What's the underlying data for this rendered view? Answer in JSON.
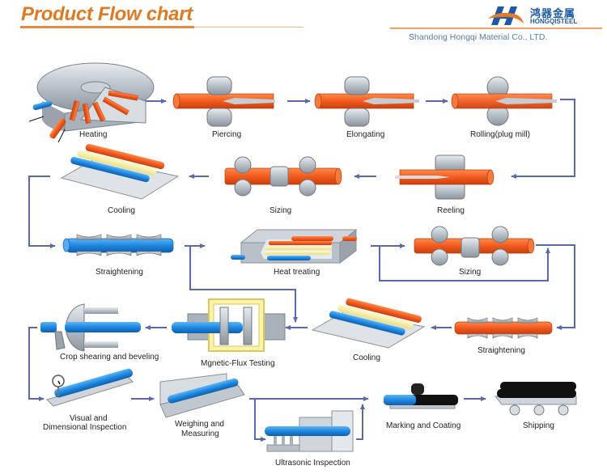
{
  "header": {
    "title": "Product Flow chart",
    "company_initial": "S",
    "company_rest": "handong Hongqi Material Co., LTD.",
    "logo_cn": "鸿器金属",
    "logo_en": "HONGQISTEEL"
  },
  "colors": {
    "title_orange": "#e07a22",
    "arrow_blue": "#5a6aa8",
    "hot_pipe": "#f25a1e",
    "cold_pipe": "#1e88e0",
    "cooled_pipe": "#f8efa0",
    "steel_gray": "#b8c0c8",
    "coated_pipe": "#111111"
  },
  "steps": [
    {
      "id": "heating",
      "label": "Heating"
    },
    {
      "id": "piercing",
      "label": "Piercing"
    },
    {
      "id": "elongating",
      "label": "Elongating"
    },
    {
      "id": "rolling",
      "label": "Rolling(plug mill)"
    },
    {
      "id": "reeling",
      "label": "Reeling"
    },
    {
      "id": "sizing-1",
      "label": "Sizing"
    },
    {
      "id": "cooling-1",
      "label": "Cooling"
    },
    {
      "id": "straightening-1",
      "label": "Straightening"
    },
    {
      "id": "heat-treating",
      "label": "Heat treating"
    },
    {
      "id": "sizing-2",
      "label": "Sizing"
    },
    {
      "id": "straightening-2",
      "label": "Straightening"
    },
    {
      "id": "cooling-2",
      "label": "Cooling"
    },
    {
      "id": "mft",
      "label": "Mgnetic-Flux Testing"
    },
    {
      "id": "crop",
      "label": "Crop shearing and beveling"
    },
    {
      "id": "visual",
      "label_line1": "Visual and",
      "label_line2": "Dimensional Inspection"
    },
    {
      "id": "weighing",
      "label_line1": "Weighing and",
      "label_line2": "Measuring"
    },
    {
      "id": "ultrasonic",
      "label": "Ultrasonic Inspection"
    },
    {
      "id": "marking",
      "label": "Marking and Coating"
    },
    {
      "id": "shipping",
      "label": "Shipping"
    }
  ]
}
